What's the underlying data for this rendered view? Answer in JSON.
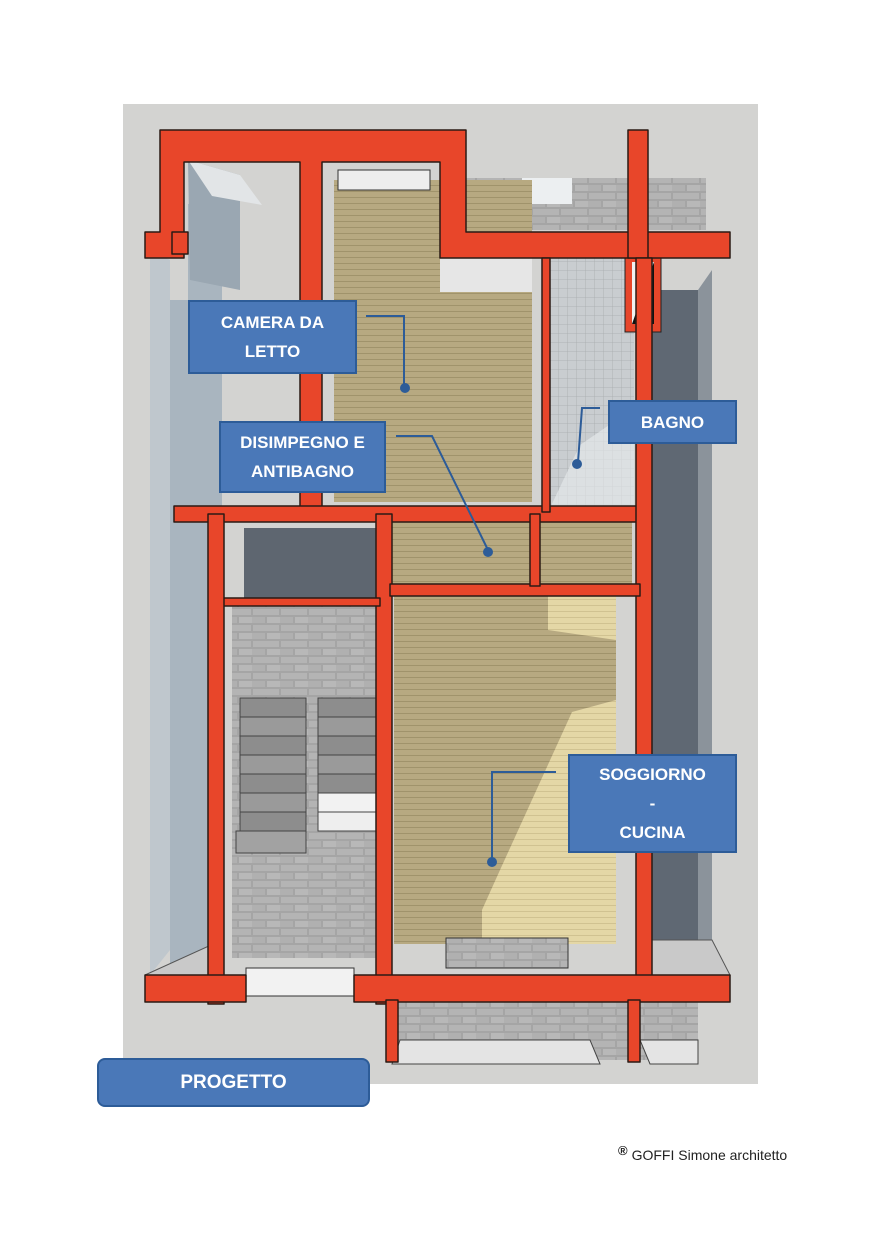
{
  "rooms": {
    "camera": [
      "CAMERA DA",
      "LETTO"
    ],
    "disimpegno": [
      "DISIMPEGNO E",
      "ANTIBAGNO"
    ],
    "bagno": [
      "BAGNO"
    ],
    "soggiorno": [
      "SOGGIORNO",
      "-",
      "CUCINA"
    ]
  },
  "badge": "PROGETTO",
  "credit": {
    "symbol": "®",
    "text": "GOFFI Simone architetto"
  },
  "colors": {
    "wall": "#e8462a",
    "wood_floor": "#b9ab82",
    "sunlit_floor": "#e6d9a8",
    "brick": "#a8a8a8",
    "label_fill": "#4a78b8",
    "surround": "#d2d2d0",
    "side_wall": "#a9b6c0"
  }
}
